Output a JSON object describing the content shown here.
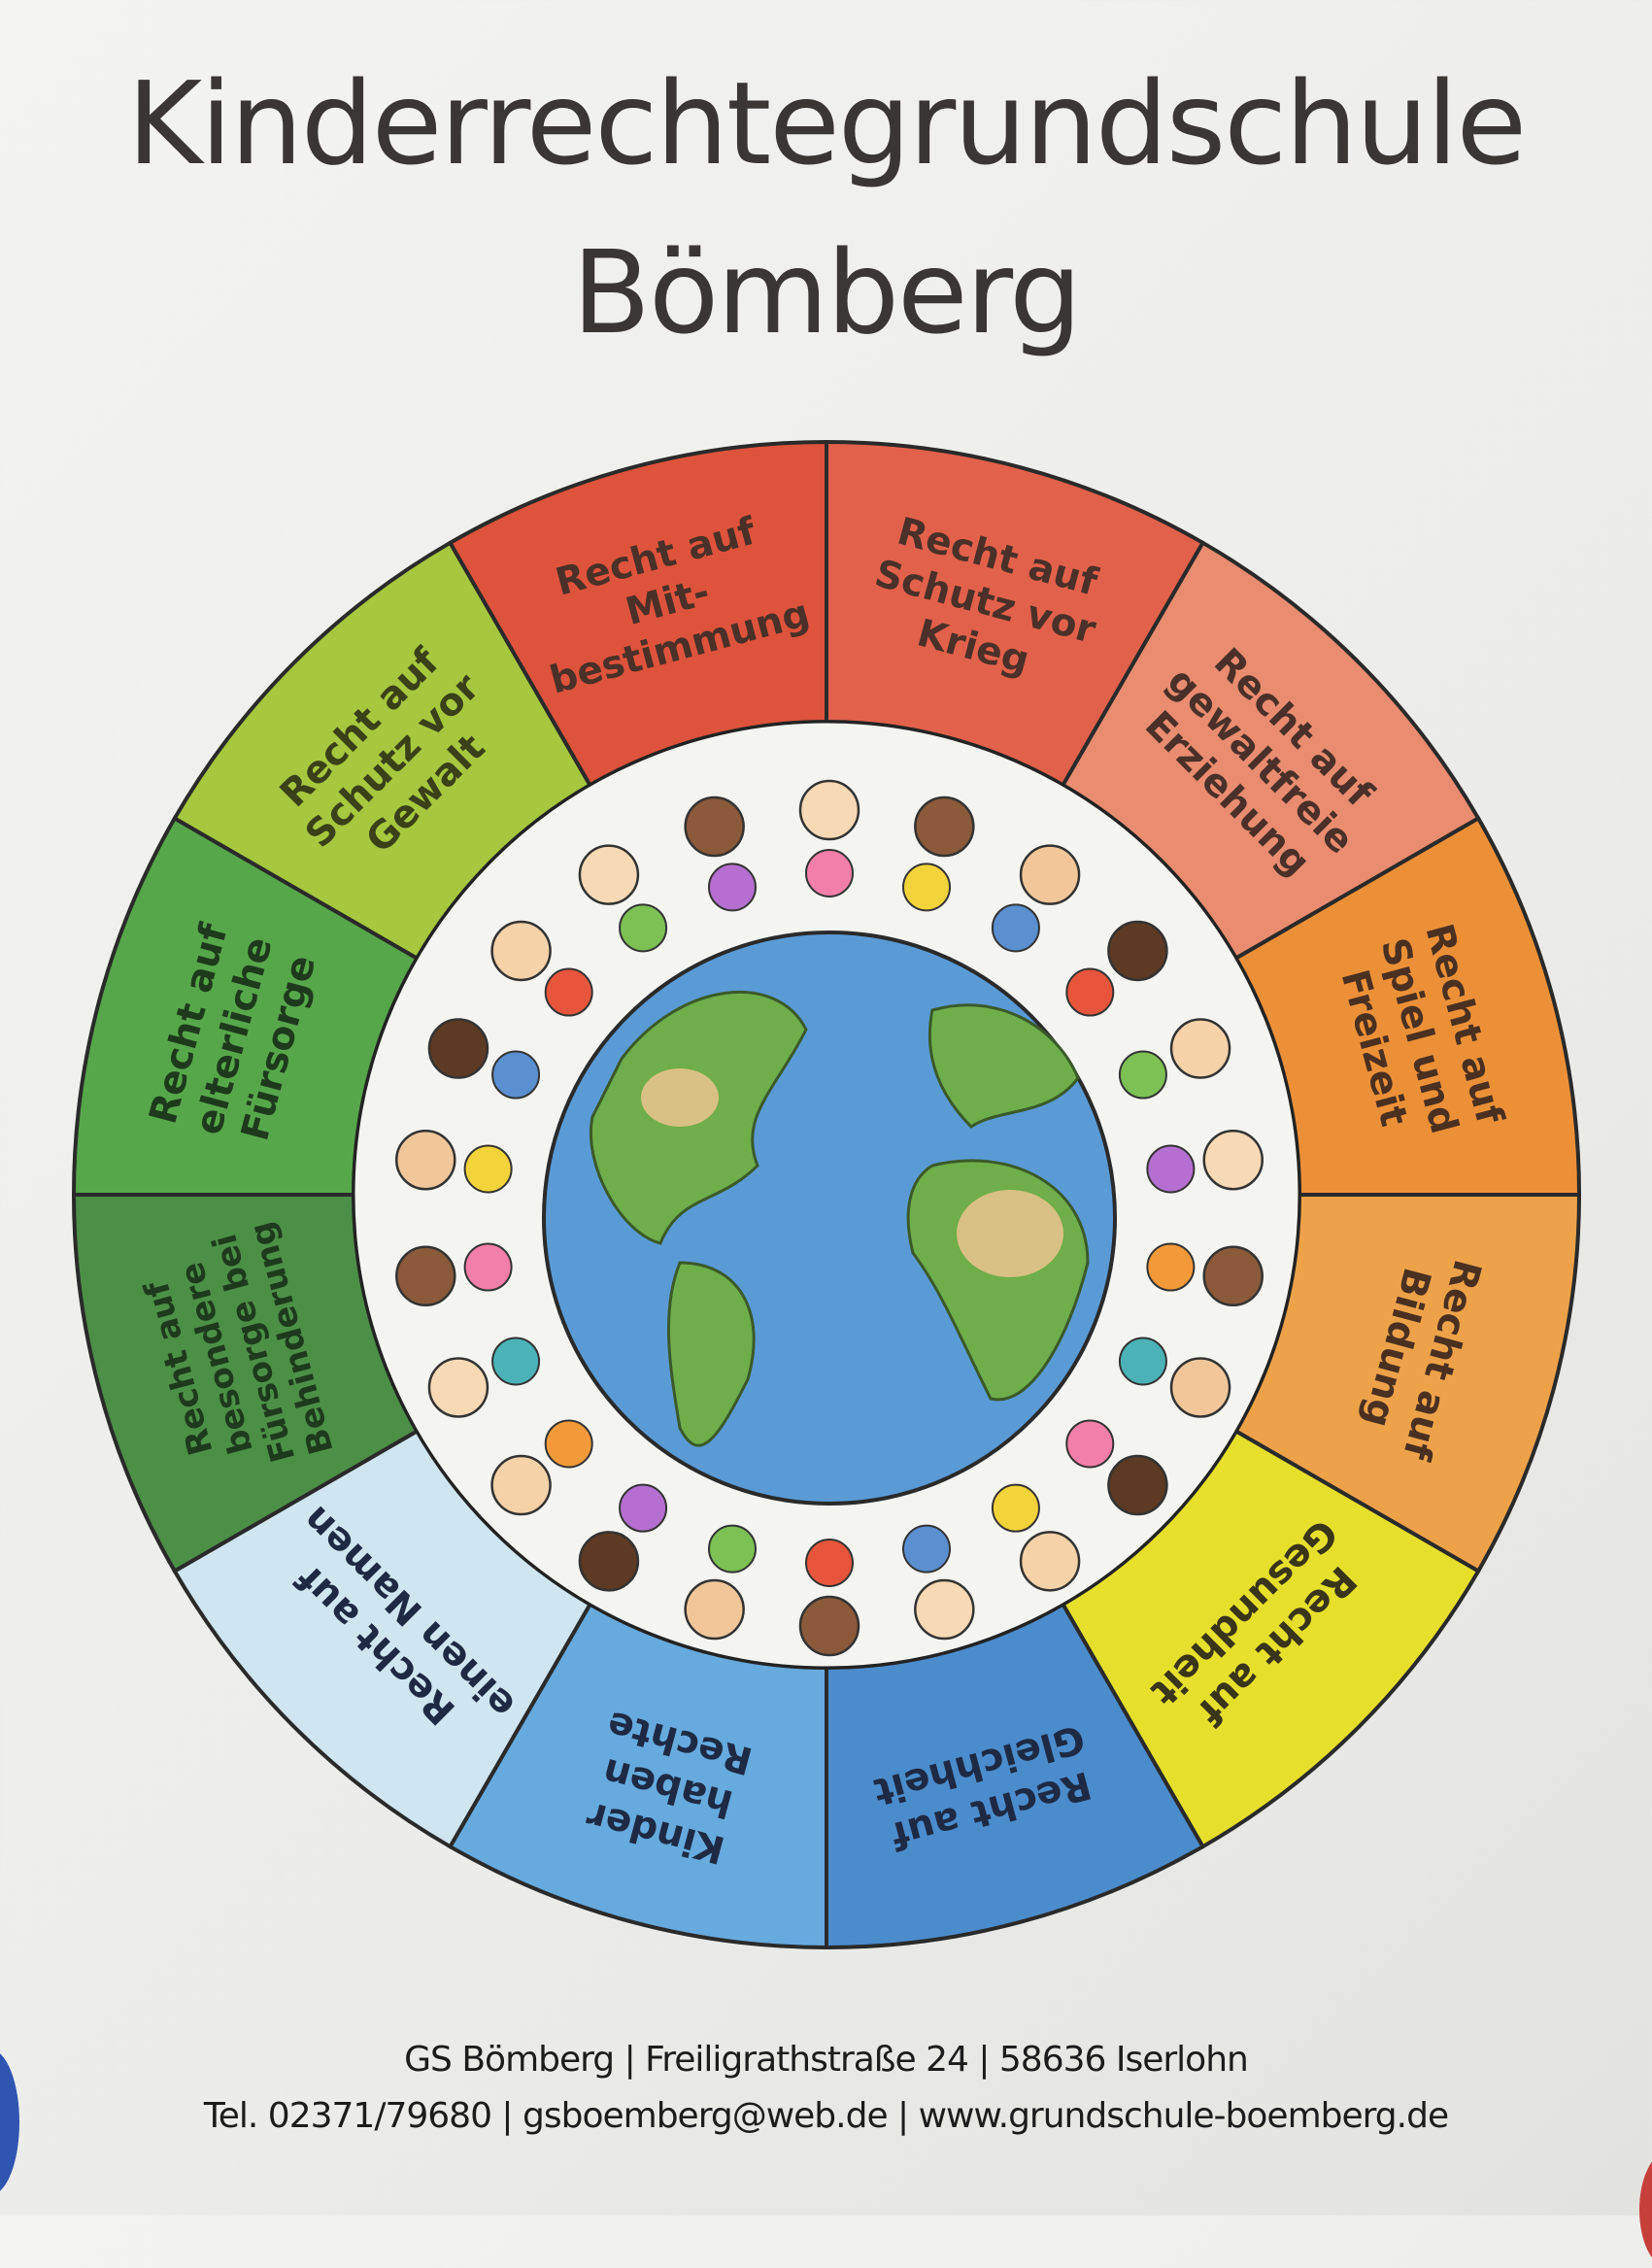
{
  "title": {
    "line1": "Kinderrechtegrundschule",
    "line2": "Bömberg"
  },
  "wheel": {
    "segments": [
      {
        "lines": [
          "Recht auf",
          "Schutz vor",
          "Krieg"
        ],
        "color": "#e2614a",
        "text": "#4a3028"
      },
      {
        "lines": [
          "Recht auf",
          "gewaltfreie",
          "Erziehung"
        ],
        "color": "#e98c70",
        "text": "#4a3028"
      },
      {
        "lines": [
          "Recht auf",
          "Spiel und",
          "Freizeit"
        ],
        "color": "#ec9038",
        "text": "#4a3020"
      },
      {
        "lines": [
          "Recht auf",
          "Bildung"
        ],
        "color": "#eda24a",
        "text": "#4a3020"
      },
      {
        "lines": [
          "Recht auf",
          "Gesundheit"
        ],
        "color": "#e6df2c",
        "text": "#3a3418"
      },
      {
        "lines": [
          "Recht auf",
          "Gleichheit"
        ],
        "color": "#4b8ccc",
        "text": "#1e2a44"
      },
      {
        "lines": [
          "Kinder",
          "haben",
          "Rechte"
        ],
        "color": "#66aade",
        "text": "#1e2a44"
      },
      {
        "lines": [
          "Recht auf",
          "einen Namen"
        ],
        "color": "#cfe5f0",
        "text": "#1e2a44"
      },
      {
        "lines": [
          "Recht auf",
          "besondere",
          "Fürsorge bei",
          "Behinderung"
        ],
        "color": "#4c8f47",
        "text": "#1e3a1c"
      },
      {
        "lines": [
          "Recht auf",
          "elterliche",
          "Fürsorge"
        ],
        "color": "#56a74a",
        "text": "#1e3a1c"
      },
      {
        "lines": [
          "Recht auf",
          "Schutz vor",
          "Gewalt"
        ],
        "color": "#a6c73e",
        "text": "#3a4018"
      },
      {
        "lines": [
          "Recht auf",
          "Mit-",
          "bestimmung"
        ],
        "color": "#de533b",
        "text": "#4a3028"
      }
    ],
    "globe_colors": {
      "ocean": "#5a9bd6",
      "land": "#6fae4a",
      "sand": "#d9c084"
    }
  },
  "footer": {
    "line1": "GS Bömberg | Freiligrathstraße 24 | 58636 Iserlohn",
    "line2": "Tel. 02371/79680 | gsboemberg@web.de | www.grundschule-boemberg.de"
  }
}
